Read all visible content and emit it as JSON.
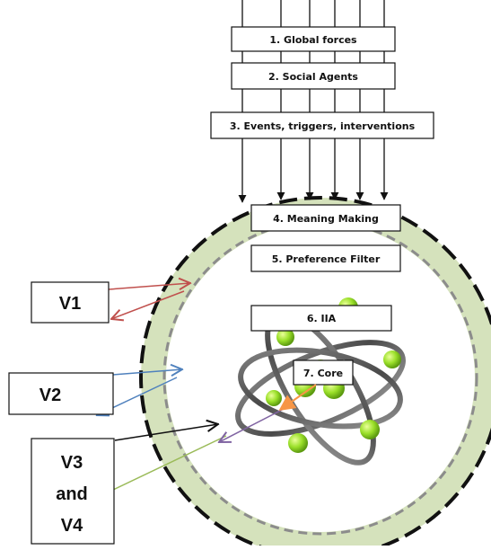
{
  "layers": {
    "global_forces": "1.   Global forces",
    "social_agents": "2. Social Agents",
    "events": "3. Events, triggers, interventions",
    "meaning_making": "4. Meaning Making",
    "preference_filter": "5. Preference Filter",
    "iia": "6. IIA",
    "core": "7. Core"
  },
  "vectors": {
    "v1": "V1",
    "v2": "V2",
    "v3_line1": "V3",
    "v3_line2": "and",
    "v3_line3": "V4"
  },
  "colors": {
    "ring_fill": "#d5e2bc",
    "ring_border": "#111111",
    "inner_dash": "#8c8c8c",
    "v1_arrow": "#c0504d",
    "v2_arrow": "#4f81bd",
    "v3_arrow_black": "#111111",
    "v3_arrow_purple": "#8064a2",
    "v4_arrow": "#9bbb59",
    "core_arrow": "#f79646",
    "atom_ball": "#9be02a"
  }
}
